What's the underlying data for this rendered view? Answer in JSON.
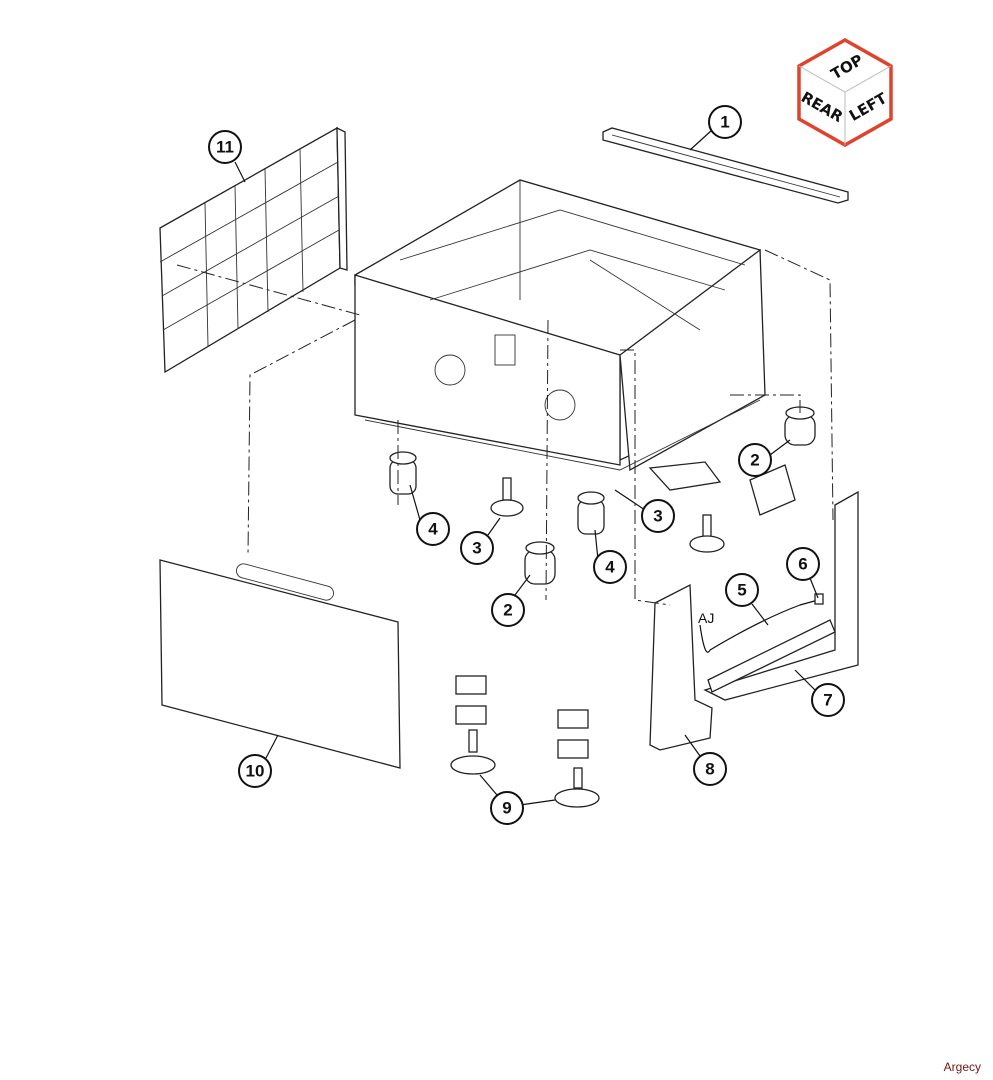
{
  "orientation_cube": {
    "top": "TOP",
    "rear": "REAR",
    "left": "LEFT",
    "border_color": "#e0432b"
  },
  "callouts": {
    "c1": "1",
    "c2a": "2",
    "c2b": "2",
    "c3a": "3",
    "c3b": "3",
    "c4a": "4",
    "c4b": "4",
    "c5": "5",
    "c6": "6",
    "c7": "7",
    "c8": "8",
    "c9": "9",
    "c10": "10",
    "c11": "11"
  },
  "connector_label": "AJ",
  "watermark": "Argecy"
}
